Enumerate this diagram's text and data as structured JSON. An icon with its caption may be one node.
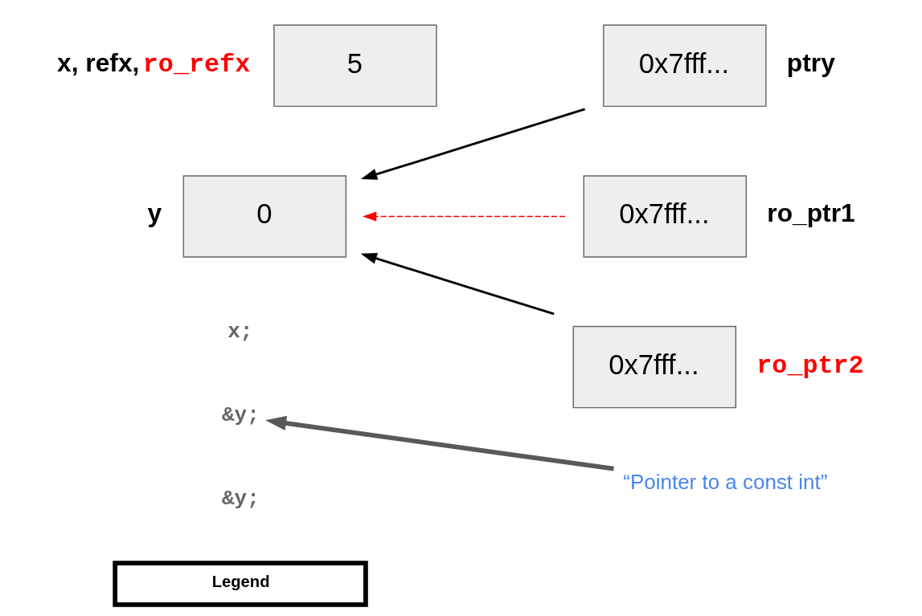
{
  "diagram": {
    "nodes": [
      {
        "text": [
          "5"
        ],
        "beside": [
          "x, refx,",
          "ro_refx"
        ]
      },
      {
        "text": [
          "0"
        ],
        "beside": [
          "y"
        ]
      },
      {
        "text": [
          "0x7fff..."
        ],
        "beside": [
          "ptry"
        ]
      },
      {
        "text": [
          "0x7fff..."
        ],
        "beside": [
          "ro_ptr1"
        ]
      },
      {
        "text": [
          "0x7fff..."
        ],
        "beside": [
          "ro_ptr2"
        ]
      },
      {
        "text": [
          "&y;"
        ]
      },
      {
        "text": [
          "“Pointer to a const int”"
        ]
      },
      {
        "text": [
          "Legend"
        ]
      }
    ],
    "edges": [
      {
        "from": 2,
        "to": 1,
        "arrow": "to"
      },
      {
        "from": 3,
        "to": 1,
        "arrow": "to",
        "style": "dashed",
        "color": "#ff0000"
      },
      {
        "from": 4,
        "to": 1,
        "arrow": "to"
      },
      {
        "from": 6,
        "to": 5,
        "arrow": "to",
        "style": "thick",
        "color": "#595959"
      }
    ],
    "labels": [
      "x;",
      "&y;"
    ]
  }
}
